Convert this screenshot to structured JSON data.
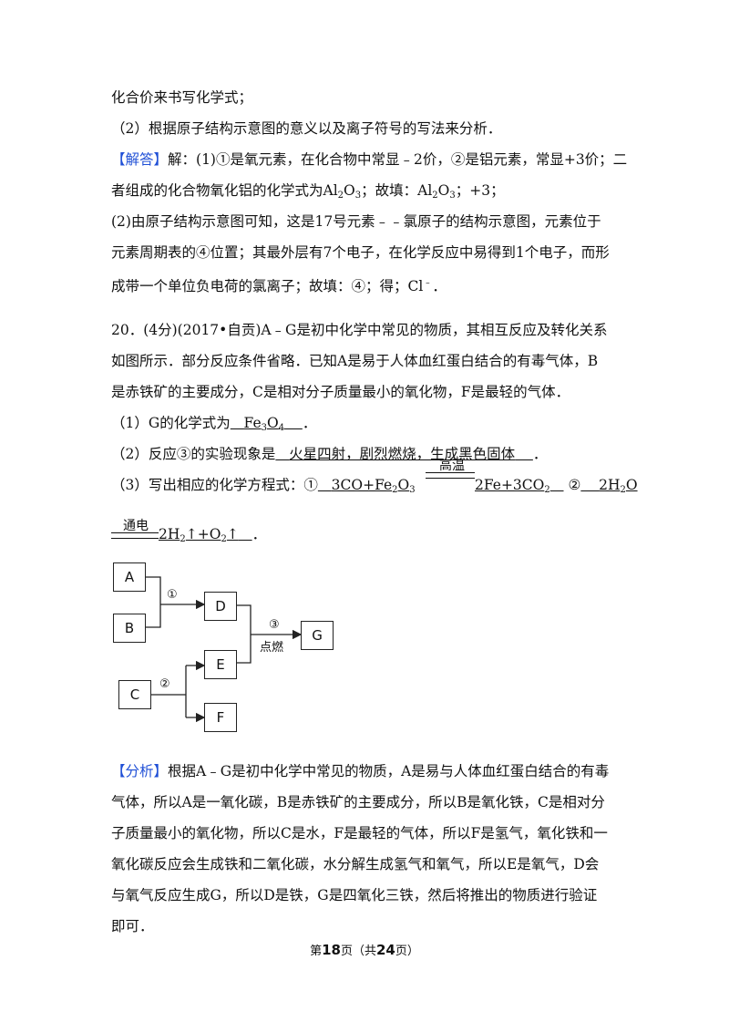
{
  "lines": {
    "l1": "化合价来书写化学式；",
    "l2": "（2）根据原子结构示意图的意义以及离子符号的写法来分析．",
    "l3_tag": "【解答】",
    "l3a": "解：(1)①是氧元素，在化合物中常显﹣2价，②是铝元素，常显+3价；二",
    "l4a": "者组成的化合物氧化铝的化学式为Al",
    "l4b": "2",
    "l4c": "O",
    "l4d": "3",
    "l4e": "；故填：Al",
    "l4f": "2",
    "l4g": "O",
    "l4h": "3",
    "l4i": "；+3；",
    "l5": "(2)由原子结构示意图可知，这是17号元素﹣﹣氯原子的结构示意图，元素位于",
    "l6": "元素周期表的④位置；其最外层有7个电子，在化学反应中易得到1个电子，而形",
    "l7a": "成带一个单位负电荷的氯离子；故填：④；得；Cl",
    "l7b": "﹣",
    "l7c": "．"
  },
  "q20": {
    "l1": "20．(4分)(2017•自贡)A﹣G是初中化学中常见的物质，其相互反应及转化关系",
    "l2": "如图所示．部分反应条件省略．已知A是易于人体血红蛋白结合的有毒气体，B",
    "l3": "是赤铁矿的主要成分，C是相对分子质量最小的氧化物，F是最轻的气体．",
    "g_prefix": "（1）G的化学式为",
    "g_ans_a": "Fe",
    "g_ans_b": "3",
    "g_ans_c": "O",
    "g_ans_d": "4",
    "g_suffix": "．",
    "r3_prefix": "（2）反应③的实验现象是",
    "r3_ans": "火星四射，剧烈燃烧，生成黑色固体",
    "r3_suffix": "．",
    "eq_prefix": "（3）写出相应的化学方程式：①",
    "eq1_left": "3CO+Fe",
    "eq1_left_s1": "2",
    "eq1_left_o": "O",
    "eq1_left_s2": "3",
    "eq1_cond": "高温",
    "eq1_right": "2Fe+3CO",
    "eq1_right_s": "2",
    "eq2_mark": "②",
    "eq2_left": "2H",
    "eq2_left_s": "2",
    "eq2_left_o": "O",
    "eq2_cond": "通电",
    "eq2_right_a": "2H",
    "eq2_right_s1": "2",
    "eq2_right_b": "↑+O",
    "eq2_right_s2": "2",
    "eq2_right_c": "↑",
    "eq2_end": "．"
  },
  "diagram": {
    "A": "A",
    "B": "B",
    "C": "C",
    "D": "D",
    "E": "E",
    "F": "F",
    "G": "G",
    "r1": "①",
    "r2": "②",
    "r3": "③",
    "r3_cond": "点燃"
  },
  "analysis": {
    "tag": "【分析】",
    "l1": "根据A﹣G是初中化学中常见的物质，A是易与人体血红蛋白结合的有毒",
    "l2": "气体，所以A是一氧化碳，B是赤铁矿的主要成分，所以B是氧化铁，C是相对分",
    "l3": "子质量最小的氧化物，所以C是水，F是最轻的气体，所以F是氢气，氧化铁和一",
    "l4": "氧化碳反应会生成铁和二氧化碳，水分解生成氢气和氧气，所以E是氧气，D会",
    "l5": "与氧气反应生成G，所以D是铁，G是四氧化三铁，然后将推出的物质进行验证",
    "l6": "即可．"
  },
  "footer": {
    "a": "第",
    "page": "18",
    "b": "页（共",
    "total": "24",
    "c": "页）"
  }
}
